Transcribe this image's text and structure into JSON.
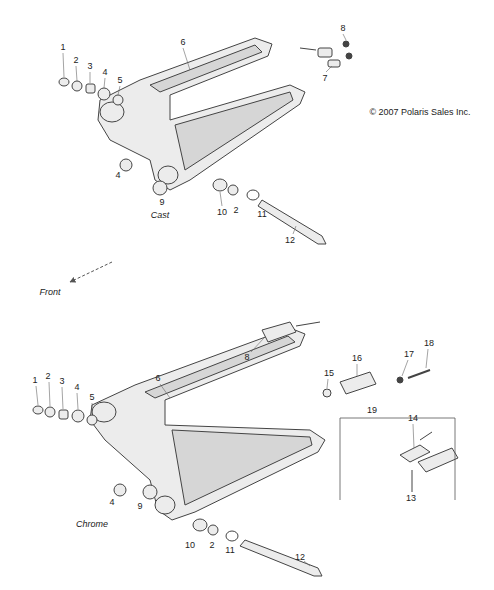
{
  "diagram": {
    "labels": [
      "6",
      "8",
      "1",
      "2",
      "3",
      "4",
      "5",
      "7",
      "© 2007 Polaris Sales Inc.",
      "4",
      "9",
      "Cast",
      "10",
      "2",
      "11",
      "12",
      "Front",
      "8",
      "6",
      "1",
      "2",
      "3",
      "4",
      "5",
      "15",
      "16",
      "17",
      "18",
      "19",
      "14",
      "4",
      "9",
      "13",
      "10",
      "2",
      "11",
      "Chrome",
      "12"
    ]
  }
}
